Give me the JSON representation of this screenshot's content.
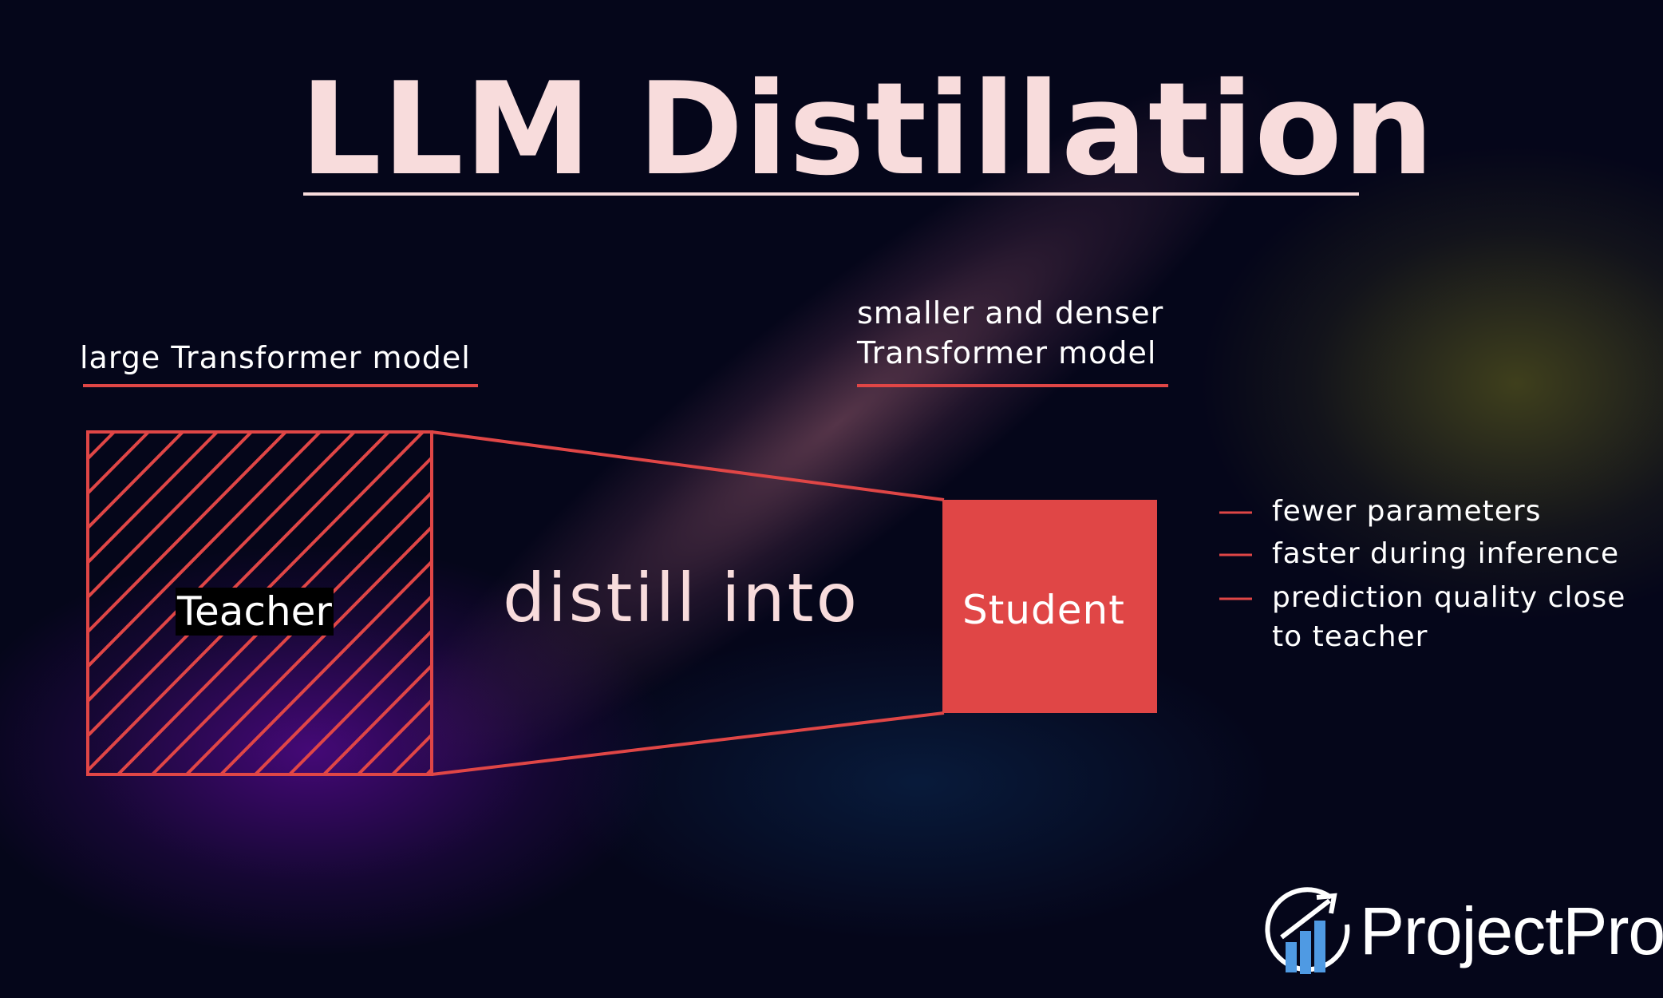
{
  "title": "LLM Distillation",
  "teacher": {
    "caption": "large Transformer model",
    "label": "Teacher"
  },
  "student": {
    "caption_line1": "smaller and denser",
    "caption_line2": "Transformer model",
    "label": "Student"
  },
  "arrow_label": "distill into",
  "benefits": [
    "fewer parameters",
    "faster during inference",
    "prediction quality close",
    "to teacher"
  ],
  "logo": {
    "text": "ProjectPro",
    "icon": "chart-growth-arrow-icon"
  },
  "colors": {
    "accent": "#e04646",
    "title": "#f8dcdc",
    "background": "#05061a",
    "logo_bars": "#4f9ae3"
  }
}
